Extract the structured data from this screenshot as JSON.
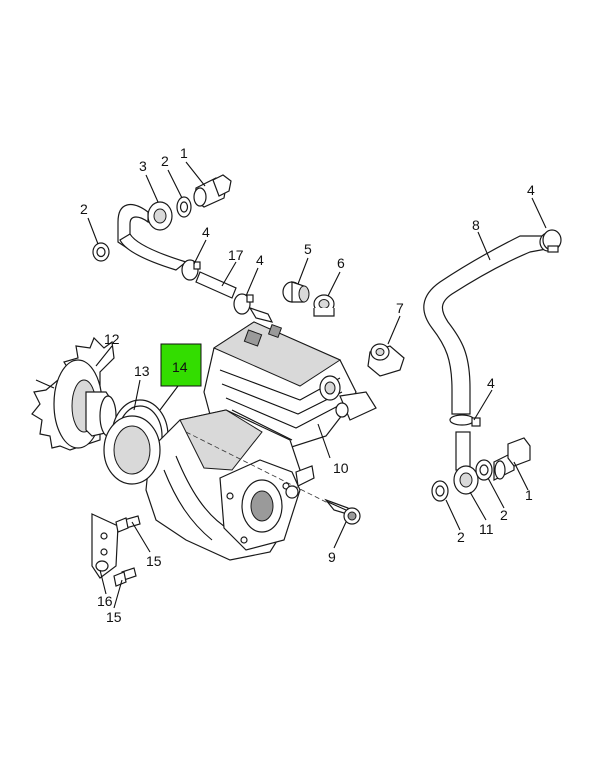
{
  "colors": {
    "highlight": "#33dd00",
    "ink": "#111111",
    "background": "#ffffff"
  },
  "callouts": {
    "c1_top": "1",
    "c2_top": "2",
    "c3": "3",
    "c2_left": "2",
    "c4_a": "4",
    "c17": "17",
    "c4_b": "4",
    "c5": "5",
    "c6": "6",
    "c4_right_top": "4",
    "c8": "8",
    "c7": "7",
    "c12": "12",
    "c13": "13",
    "c14": "14",
    "c4_right_mid": "4",
    "c10": "10",
    "c1_right": "1",
    "c2_right": "2",
    "c11": "11",
    "c2_bottom": "2",
    "c9": "9",
    "c15_a": "15",
    "c16": "16",
    "c15_b": "15"
  }
}
